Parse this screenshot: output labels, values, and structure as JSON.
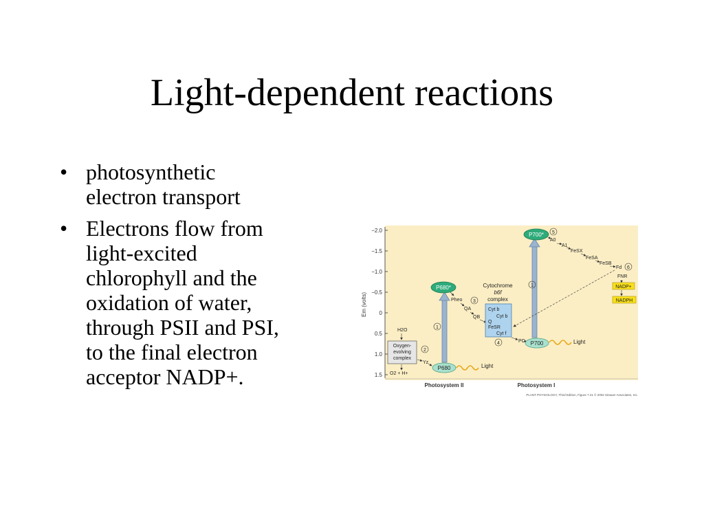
{
  "slide": {
    "title": "Light-dependent reactions",
    "bullets": [
      {
        "lines": [
          "photosynthetic",
          "electron transport"
        ]
      },
      {
        "lines": [
          "Electrons flow from",
          "light-excited",
          "chlorophyll and the",
          "oxidation of water,",
          "through PSII and PSI,",
          "to the final electron",
          "acceptor NADP+."
        ]
      }
    ]
  },
  "figure": {
    "y_axis_label": "Em (volts)",
    "y_ticks": [
      "−2.0",
      "−1.5",
      "−1.0",
      "−0.5",
      "0",
      "0.5",
      "1.0",
      "1.5"
    ],
    "labels": {
      "p700star": "P700*",
      "p680star": "P680*",
      "p700": "P700",
      "p680": "P680",
      "a0": "A0",
      "a1": "A1",
      "fesx": "FeSX",
      "fesa": "FeSA",
      "fesb": "FeSB",
      "fd": "Fd",
      "fnr": "FNR",
      "nadp": "NADP+",
      "nadph": "NADPH",
      "pheo": "Pheo",
      "qa": "QA",
      "qb": "QB",
      "cyt_title1": "Cytochrome",
      "cyt_title2": "b6f",
      "cyt_title3": "complex",
      "cytb1": "Cyt b",
      "cytb2": "Cyt b",
      "q": "Q",
      "fesr": "FeSR",
      "cytf": "Cyt f",
      "pc": "PC",
      "h2o": "H2O",
      "oec1": "Oxygen-",
      "oec2": "evolving",
      "oec3": "complex",
      "yz": "Yz",
      "o2": "O2 + H+",
      "light1": "Light",
      "light2": "Light",
      "ps2": "Photosystem II",
      "ps1": "Photosystem I",
      "credit": "PLANT PHYSIOLOGY, Third Edition, Figure 7.21 © 2002 Sinauer Associates, Inc.",
      "n1a": "1",
      "n1b": "1",
      "n2": "2",
      "n3": "3",
      "n4": "4",
      "n5": "5",
      "n6": "6"
    },
    "colors": {
      "background": "#fbeec4",
      "chlorophyll_green": "#2eab7a",
      "complex_blue": "#aed3ee",
      "arrow_blue": "#9ab3cf",
      "nadp_yellow": "#f8df1a",
      "light_wave": "#e8a81c"
    }
  }
}
